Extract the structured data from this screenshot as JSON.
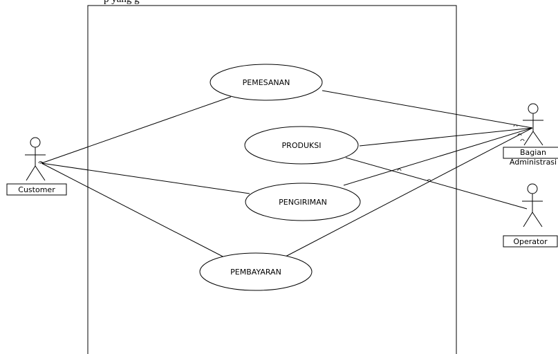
{
  "header_text": "p                    yang    g",
  "system_boundary": {},
  "use_cases": [
    {
      "id": "pemesanan",
      "label": "PEMESANAN"
    },
    {
      "id": "produksi",
      "label": "PRODUKSI"
    },
    {
      "id": "pengiriman",
      "label": "PENGIRIMAN"
    },
    {
      "id": "pembayaran",
      "label": "PEMBAYARAN"
    }
  ],
  "actors": [
    {
      "id": "customer",
      "label": "Customer"
    },
    {
      "id": "bagian",
      "label_line1": "Bagian",
      "label_line2": "Administrasi"
    },
    {
      "id": "operator",
      "label": "Operator"
    }
  ],
  "associations": [
    {
      "from": "customer",
      "to": "pemesanan"
    },
    {
      "from": "customer",
      "to": "pengiriman"
    },
    {
      "from": "customer",
      "to": "pembayaran"
    },
    {
      "from": "bagian",
      "to": "pemesanan"
    },
    {
      "from": "bagian",
      "to": "produksi"
    },
    {
      "from": "bagian",
      "to": "pengiriman"
    },
    {
      "from": "bagian",
      "to": "pembayaran"
    },
    {
      "from": "operator",
      "to": "produksi"
    }
  ]
}
